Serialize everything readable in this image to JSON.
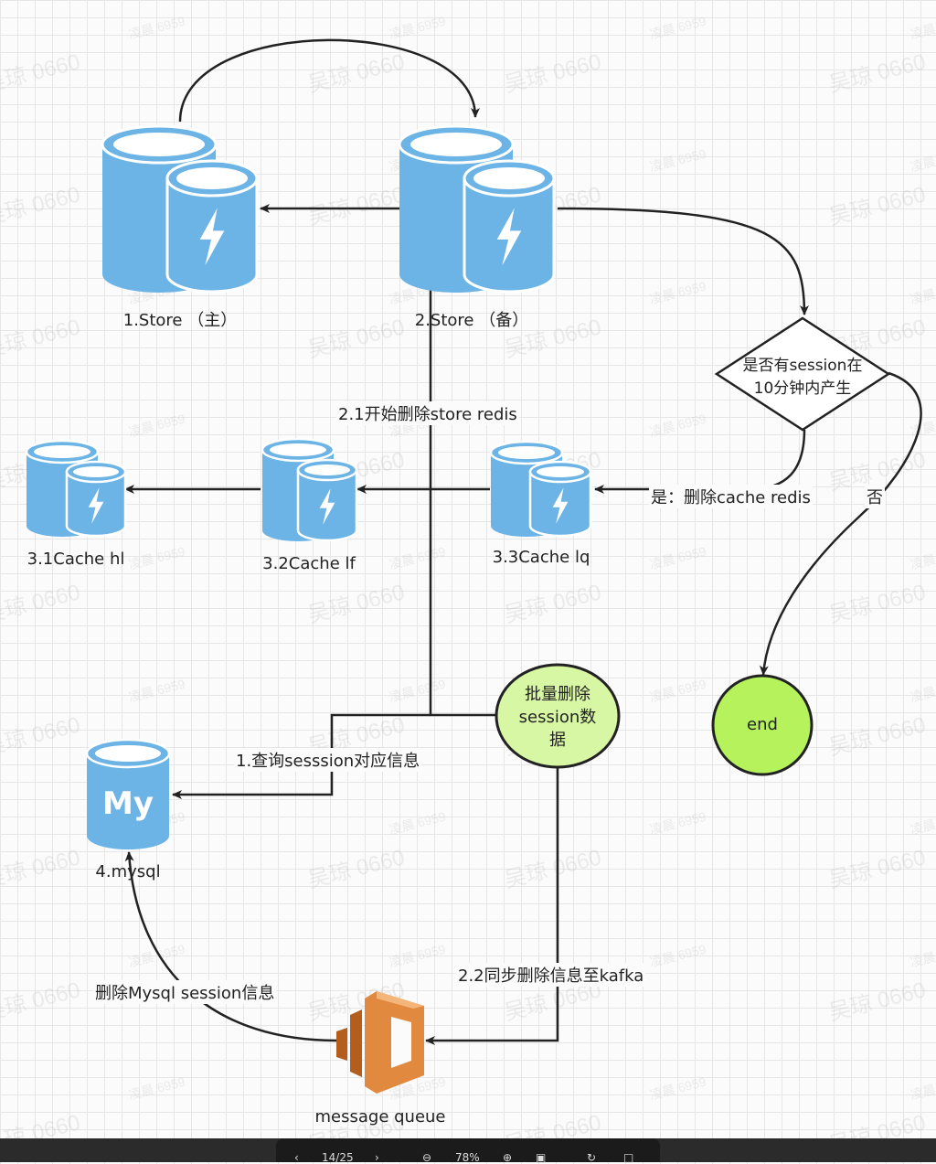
{
  "nodes": {
    "store_main": "1.Store （主）",
    "store_backup": "2.Store （备）",
    "decision": [
      "是否有session在",
      "10分钟内产生"
    ],
    "cache_hl": "3.1Cache hl",
    "cache_lf": "3.2Cache lf",
    "cache_lq": "3.3Cache lq",
    "batch_delete": [
      "批量删除",
      "session数",
      "据"
    ],
    "end": "end",
    "mysql": "4.mysql",
    "mysql_logo": "My",
    "message_queue": "message queue"
  },
  "edges": {
    "start_delete_store": "2.1开始删除store redis",
    "yes_delete_cache": "是：删除cache redis",
    "no": "否",
    "query_session": "1.查询sesssion对应信息",
    "sync_kafka": "2.2同步删除信息至kafka",
    "delete_mysql": "删除Mysql session信息"
  },
  "watermarks": [
    "吴琼 0660",
    "凌晨 6959"
  ],
  "toolbar": {
    "page": "14/25",
    "zoom": "78%"
  },
  "colors": {
    "db_blue": "#6cb4e6",
    "node_green": "#b6f25c",
    "mq_orange": "#e0893f",
    "edge": "#222222"
  }
}
